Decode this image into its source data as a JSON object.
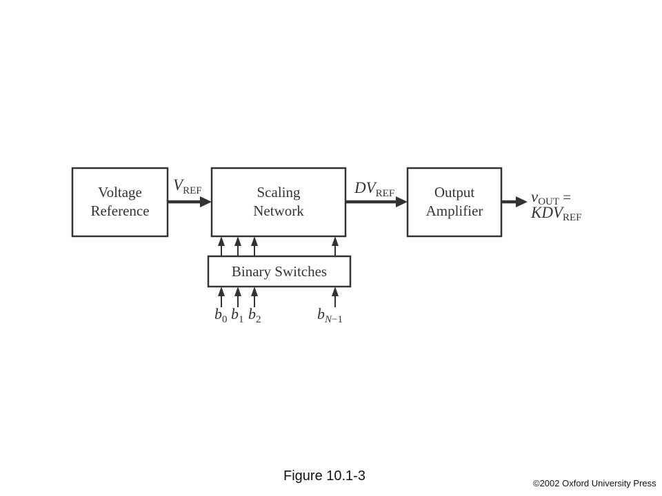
{
  "diagram": {
    "blocks": {
      "voltage_reference": [
        "Voltage",
        "Reference"
      ],
      "scaling_network": [
        "Scaling",
        "Network"
      ],
      "output_amplifier": [
        "Output",
        "Amplifier"
      ],
      "binary_switches": "Binary Switches"
    },
    "signals": {
      "vref": {
        "main": "V",
        "sub": "REF"
      },
      "dvref": {
        "main": "DV",
        "sub": "REF"
      },
      "vout": {
        "v": "v",
        "sub": "OUT",
        "eq": " =",
        "line2_main": "KDV",
        "line2_sub": "REF"
      }
    },
    "bits": [
      {
        "main": "b",
        "sub": "0"
      },
      {
        "main": "b",
        "sub": "1"
      },
      {
        "main": "b",
        "sub": "2"
      },
      {
        "main": "b",
        "sub_i": "N",
        "sub": "−1"
      }
    ]
  },
  "caption": "Figure 10.1-3",
  "copyright": "©2002 Oxford University Press"
}
